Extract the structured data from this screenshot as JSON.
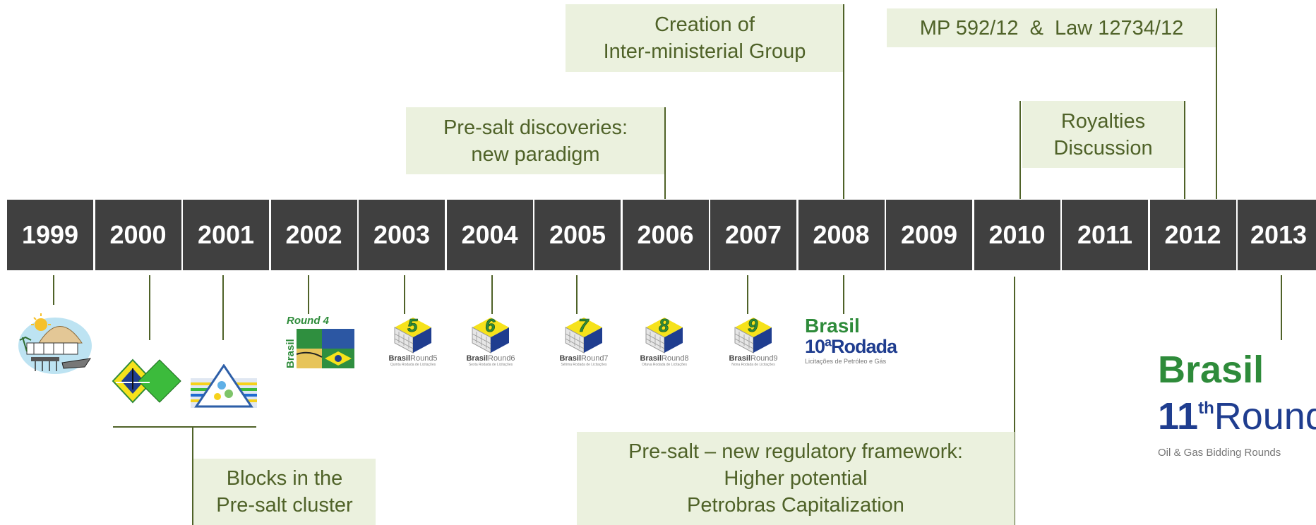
{
  "timeline": {
    "years": [
      "1999",
      "2000",
      "2001",
      "2002",
      "2003",
      "2004",
      "2005",
      "2006",
      "2007",
      "2008",
      "2009",
      "2010",
      "2011",
      "2012",
      "2013"
    ]
  },
  "notes": {
    "interministerial": [
      "Creation of",
      "Inter-ministerial Group"
    ],
    "mp_law": [
      "MP 592/12  &  Law 12734/12"
    ],
    "presalt_discoveries": [
      "Pre-salt discoveries:",
      "new paradigm"
    ],
    "royalties": [
      "Royalties",
      "Discussion"
    ],
    "blocks": [
      "Blocks in the",
      "Pre-salt cluster"
    ],
    "framework": [
      "Pre-salt – new regulatory framework:",
      "Higher potential",
      "Petrobras Capitalization"
    ]
  },
  "logos": {
    "round4": {
      "title": "Round 4",
      "side": "Brasil"
    },
    "round5": {
      "digit": "5",
      "brand": "Brasil",
      "round": "Round5",
      "caption": "Quinta Rodada de Licitações"
    },
    "round6": {
      "digit": "6",
      "brand": "Brasil",
      "round": "Round6",
      "caption": "Sexta Rodada de Licitações"
    },
    "round7": {
      "digit": "7",
      "brand": "Brasil",
      "round": "Round7",
      "caption": "Sétima Rodada de Licitações"
    },
    "round8": {
      "digit": "8",
      "brand": "Brasil",
      "round": "Round8",
      "caption": "Oitava Rodada de Licitações"
    },
    "round9": {
      "digit": "9",
      "brand": "Brasil",
      "round": "Round9",
      "caption": "Nona Rodada de Licitações"
    },
    "round10": {
      "brand": "Brasil",
      "round": "10ªRodada",
      "caption": "Licitações de Petróleo e Gás"
    },
    "round11": {
      "brand": "Brasil",
      "round_num": "11",
      "round_sup": "th",
      "round_word": "Round",
      "caption": "Oil & Gas Bidding Rounds"
    }
  },
  "colors": {
    "year_bg": "#404040",
    "note_bg": "#ebf1de",
    "note_text": "#4f6228",
    "brand_green": "#2e8b3a",
    "brand_blue": "#1f3d8f"
  }
}
